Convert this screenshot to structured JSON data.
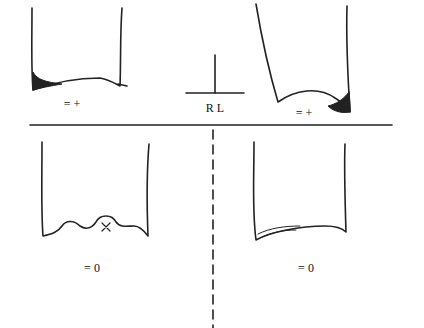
{
  "diagram": {
    "labels": [
      "= +",
      "R L",
      "= +",
      "= 0",
      "= 0"
    ]
  }
}
